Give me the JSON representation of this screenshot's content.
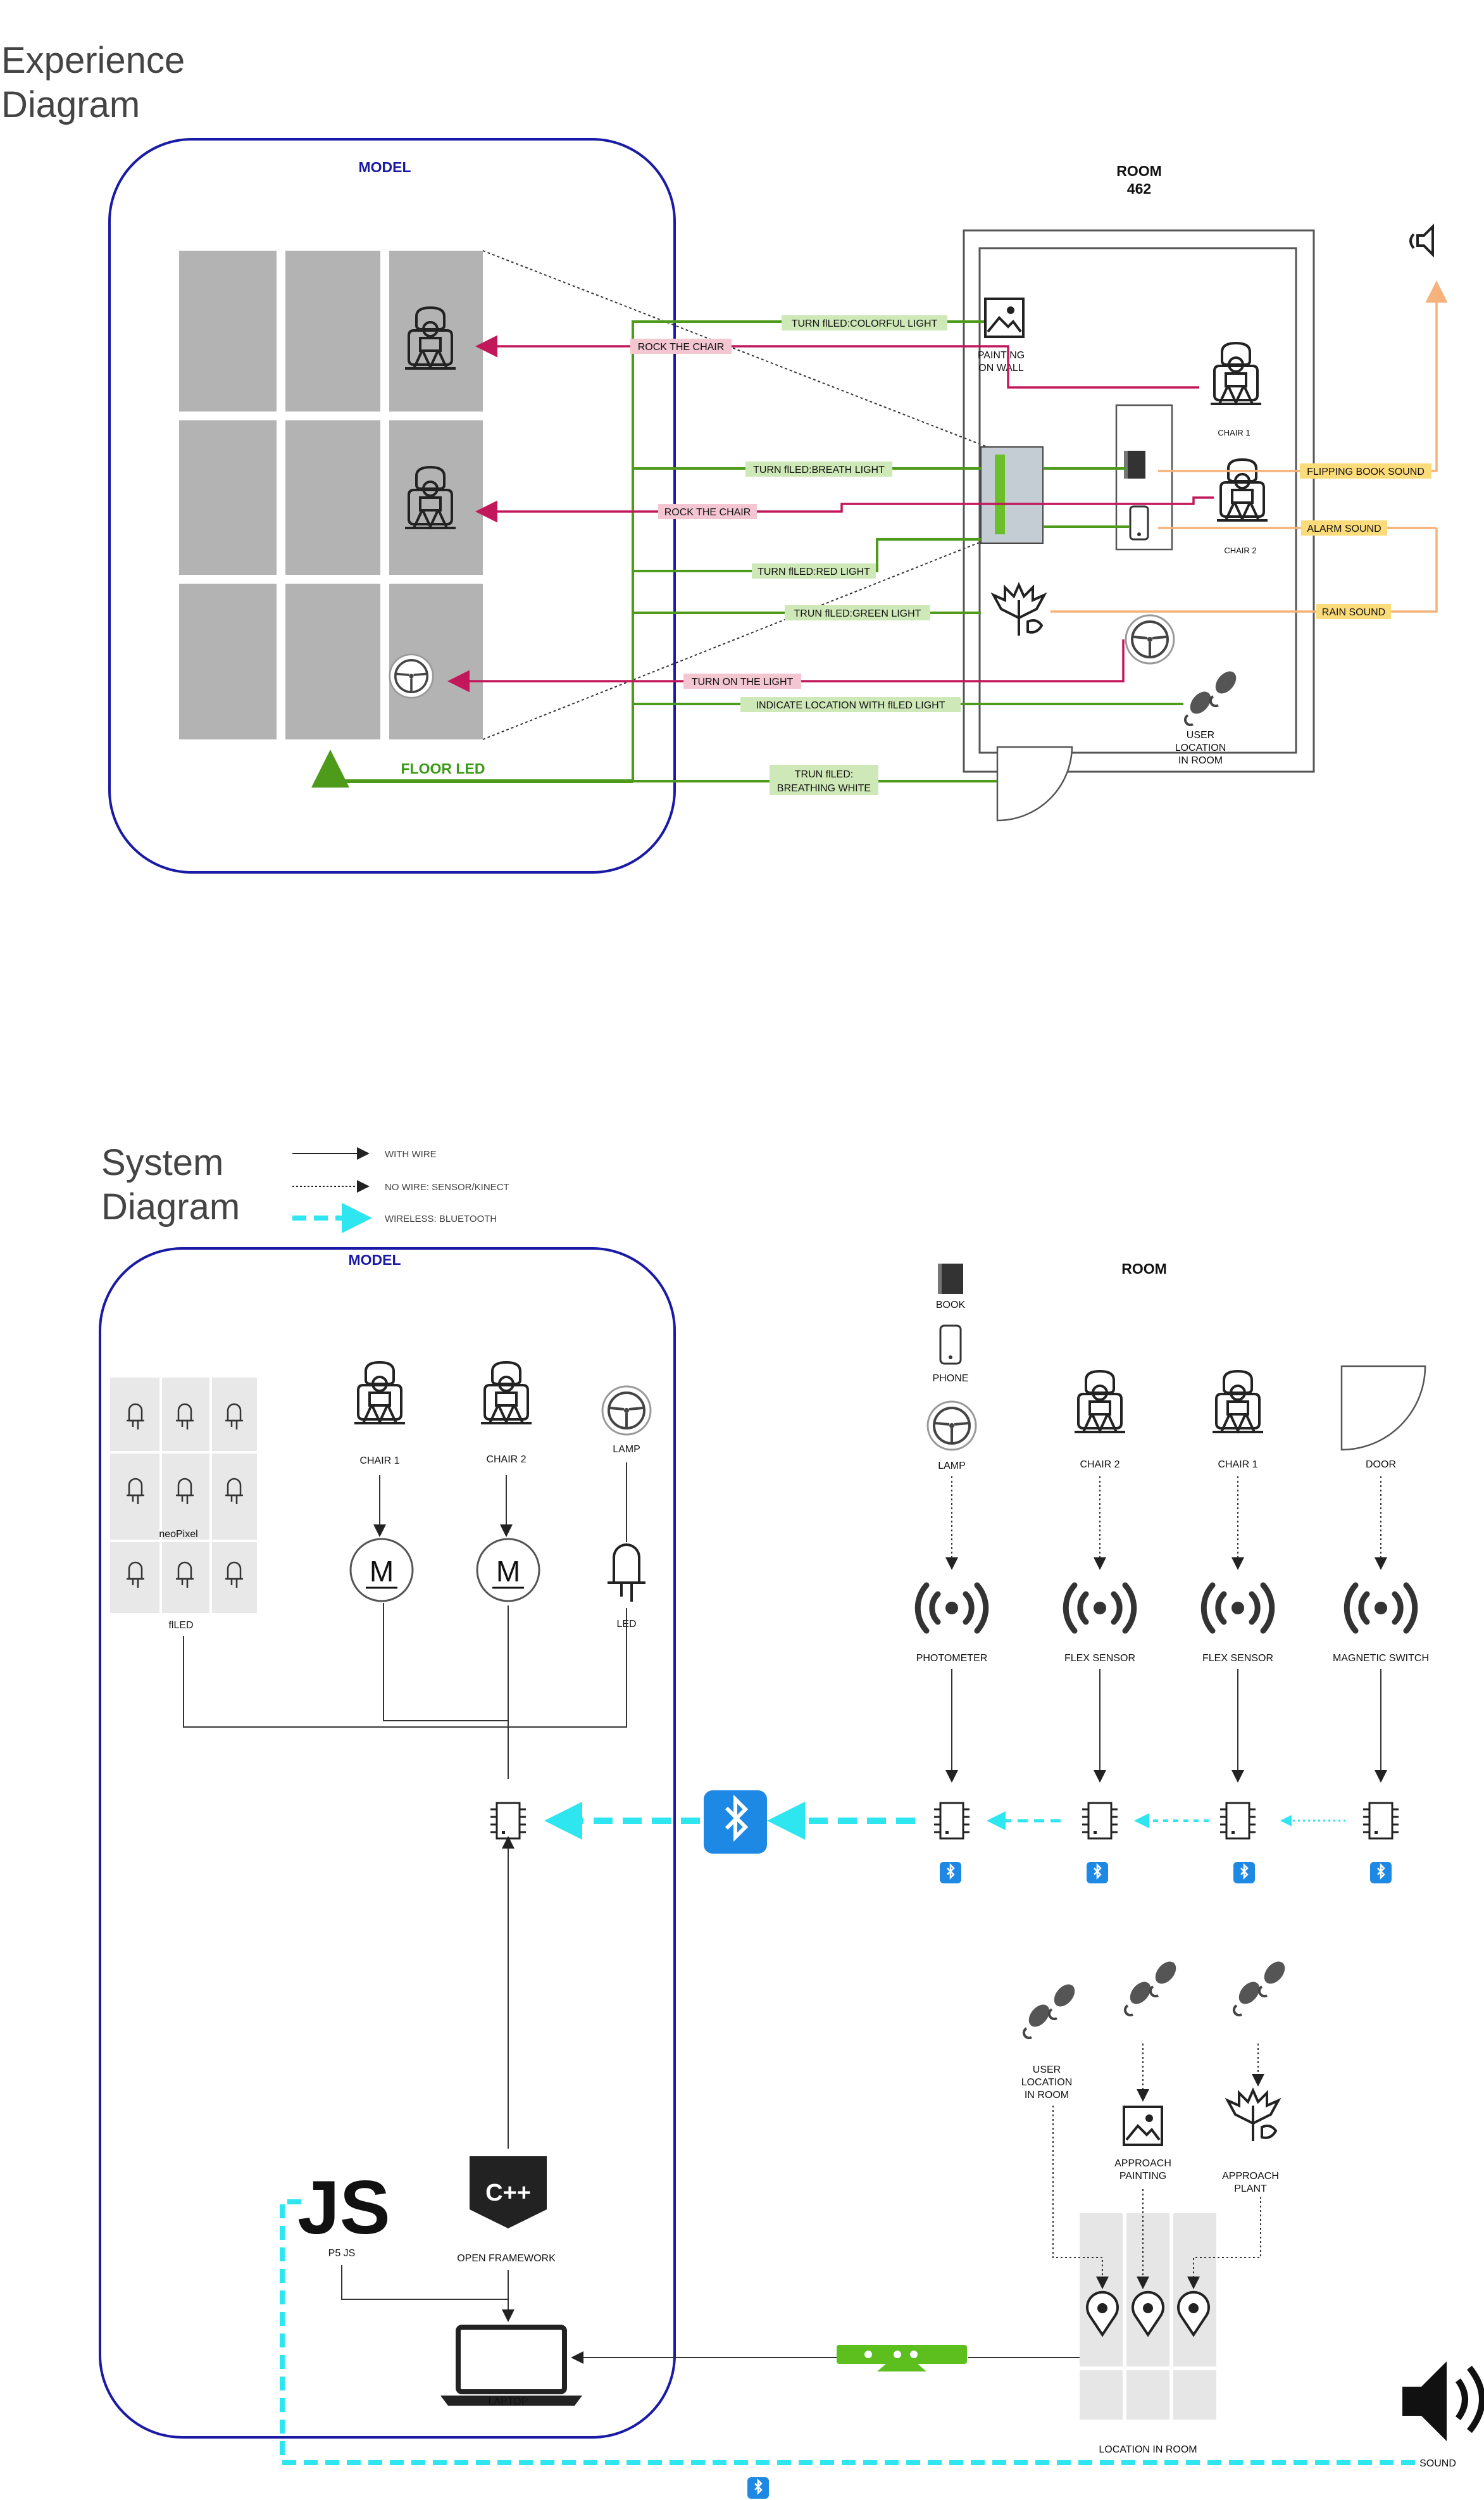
{
  "experience": {
    "title_line1": "Experience",
    "title_line2": "Diagram",
    "model_title": "MODEL",
    "room_title_line1": "ROOM",
    "room_title_line2": "462",
    "floor_led": "FLOOR LED",
    "painting_line1": "PAINTING",
    "painting_line2": "ON WALL",
    "chair1": "CHAIR 1",
    "chair2": "CHAIR 2",
    "user_loc_line1": "USER",
    "user_loc_line2": "LOCATION",
    "user_loc_line3": "IN ROOM",
    "arrows": {
      "turn_colorful": "TURN flLED:COLORFUL LIGHT",
      "rock_chair_1": "ROCK THE CHAIR",
      "turn_breath": "TURN flLED:BREATH LIGHT",
      "rock_chair_2": "ROCK THE CHAIR",
      "turn_red": "TURN flLED:RED LIGHT",
      "trun_green": "TRUN flLED:GREEN LIGHT",
      "turn_on_light": "TURN ON THE LIGHT",
      "indicate_location": "INDICATE LOCATION WITH flLED LIGHT",
      "trun_breathing_line1": "TRUN flLED:",
      "trun_breathing_line2": "BREATHING WHITE"
    },
    "sounds": {
      "flipping": "FLIPPING BOOK SOUND",
      "alarm": "ALARM SOUND",
      "rain": "RAIN SOUND"
    }
  },
  "system": {
    "title_line1": "System",
    "title_line2": "Diagram",
    "legend": {
      "with_wire": "WITH WIRE",
      "no_wire": "NO WIRE: SENSOR/KINECT",
      "wireless": "WIRELESS: BLUETOOTH"
    },
    "model_title": "MODEL",
    "room_title": "ROOM",
    "neopixel": "neoPixel",
    "flled": "flLED",
    "chair1": "CHAIR 1",
    "chair2": "CHAIR 2",
    "lamp": "LAMP",
    "led": "LED",
    "motor_symbol": "M",
    "p5js": "P5 JS",
    "js_logo": "JS",
    "cpp_logo": "C++",
    "open_framework": "OPEN FRAMEWORK",
    "laptop": "LAPTOP",
    "book": "BOOK",
    "phone": "PHONE",
    "room_lamp": "LAMP",
    "room_chair2": "CHAIR 2",
    "room_chair1": "CHAIR 1",
    "door": "DOOR",
    "photometer": "PHOTOMETER",
    "flex1": "FLEX SENSOR",
    "flex2": "FLEX SENSOR",
    "magnetic": "MAGNETIC SWITCH",
    "user_loc_line1": "USER",
    "user_loc_line2": "LOCATION",
    "user_loc_line3": "IN ROOM",
    "approach_painting_line1": "APPROACH",
    "approach_painting_line2": "PAINTING",
    "approach_plant_line1": "APPROACH",
    "approach_plant_line2": "PLANT",
    "location_in_room": "LOCATION IN ROOM",
    "sound": "SOUND"
  },
  "colors": {
    "model_border": "#1a1aa6",
    "green_line": "#4e9a1b",
    "magenta_line": "#c2185b",
    "orange_line": "#f5b27a",
    "cyan_bt": "#2ee6f0",
    "bt_blue": "#1e88e5",
    "floor_gray": "#b3b3b3"
  }
}
